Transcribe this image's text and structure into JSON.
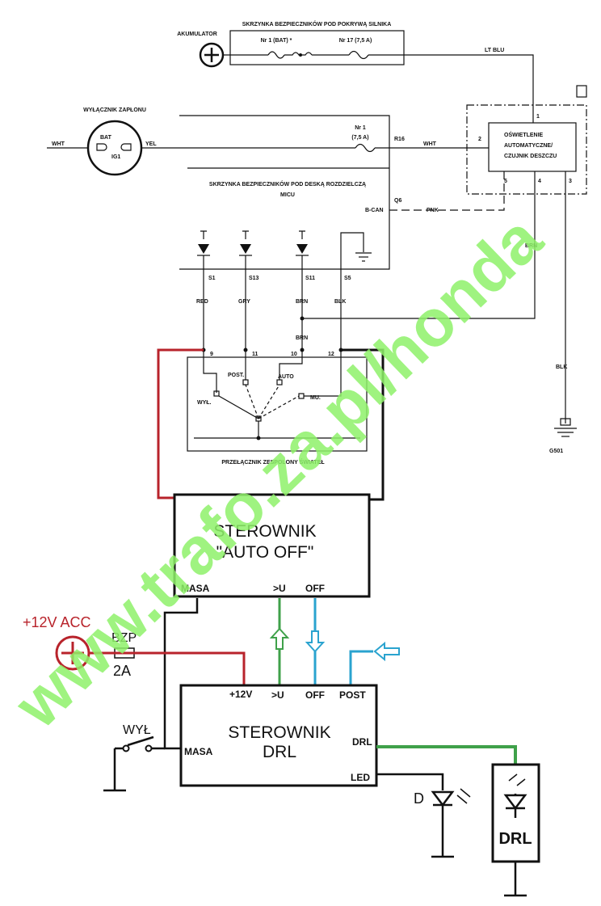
{
  "labels": {
    "engine_fuse_box": "SKRZYNKA BEZPIECZNIKÓW POD POKRYWĄ SILNIKA",
    "battery": "AKUMULATOR",
    "fuse_bat": "Nr 1 (BAT) *",
    "fuse_17": "Nr 17 (7,5 A)",
    "lt_blu": "LT BLU",
    "ignition_switch": "WYŁĄCZNIK ZAPŁONU",
    "wht_left": "WHT",
    "bat": "BAT",
    "ig1": "IG1",
    "yel": "YEL",
    "fuse_1_line1": "Nr 1",
    "fuse_1_line2": "(7,5 A)",
    "r16": "R16",
    "wht_right": "WHT",
    "dash_fuse_box": "SKRZYNKA BEZPIECZNIKÓW POD DESKĄ ROZDZIELCZĄ",
    "micu": "MICU",
    "q6": "Q6",
    "bcan": "B-CAN",
    "pnk": "PNK",
    "sensor_line1": "OŚWIETLENIE",
    "sensor_line2": "AUTOMATYCZNE/",
    "sensor_line3": "CZUJNIK DESZCZU",
    "pin1": "1",
    "pin2": "2",
    "pin3": "3",
    "pin4": "4",
    "pin5": "5",
    "brn_vertical": "BRN",
    "blk_vertical": "BLK",
    "g501": "G501",
    "s1": "S1",
    "s13": "S13",
    "s11": "S11",
    "s5": "S5",
    "red": "RED",
    "gry": "GRY",
    "brn": "BRN",
    "blk": "BLK",
    "brn_junction": "BRN",
    "t9": "9",
    "t11": "11",
    "t10": "10",
    "t12": "12",
    "post_small": "POST.",
    "auto": "AUTO",
    "wyl_small": "WYŁ.",
    "mu": "MU.",
    "switch_name": "PRZEŁĄCZNIK ZESPOLONY ŚWIATEŁ",
    "auto_off_line1": "STEROWNIK",
    "auto_off_line2": "\"AUTO OFF\"",
    "masa_top": "MASA",
    "u_top": ">U",
    "off_top": "OFF",
    "acc": "+12V ACC",
    "bzp": "BZP",
    "fuse_2a": "2A",
    "p12v": "+12V",
    "u_bottom": ">U",
    "off_bottom": "OFF",
    "post": "POST",
    "drl_ctrl_line1": "STEROWNIK",
    "drl_ctrl_line2": "DRL",
    "drl_pin": "DRL",
    "led_pin": "LED",
    "masa_bottom": "MASA",
    "wyl": "WYŁ",
    "d": "D",
    "drl_lamp": "DRL",
    "watermark": "www.trafo.za.pl/honda"
  },
  "colors": {
    "red_wire": "#b8232b",
    "green_wire": "#3fa14a",
    "blue_wire": "#2aa3cf",
    "watermark": "#8ff26a"
  }
}
